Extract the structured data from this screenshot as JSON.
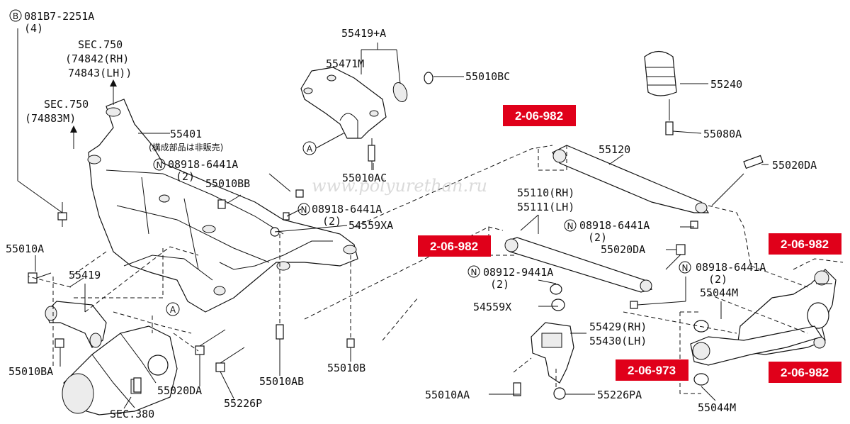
{
  "labels": {
    "bolt_b": "081B7-2251A",
    "bolt_b_qty": "(4)",
    "sec750_a": "SEC.750",
    "sec750_a_rh": "(74842(RH)",
    "sec750_a_lh": "74843(LH))",
    "sec750_b": "SEC.750",
    "sec750_b_code": "(74883M)",
    "p55401": "55401",
    "p55401_note": "(構成部品は非販売)",
    "p55419_a": "55419+A",
    "p55471m": "55471M",
    "p55010bc": "55010BC",
    "p55010ac": "55010AC",
    "n08918_1": "08918-6441A",
    "n08918_1_qty": "(2)",
    "p55010bb": "55010BB",
    "n08918_2": "08918-6441A",
    "n08918_2_qty": "(2)",
    "p54559xa": "54559XA",
    "p55010a": "55010A",
    "p55419": "55419",
    "p55010ba": "55010BA",
    "p55020da_1": "55020DA",
    "p55226p": "55226P",
    "p55010ab": "55010AB",
    "p55010b": "55010B",
    "sec380": "SEC.380",
    "p55240": "55240",
    "p55080a": "55080A",
    "p55120": "55120",
    "p55020da_2": "55020DA",
    "p55110": "55110(RH)",
    "p55111": "55111(LH)",
    "n08918_3": "08918-6441A",
    "n08918_3_qty": "(2)",
    "p55020da_3": "55020DA",
    "n08912": "08912-9441A",
    "n08912_qty": "(2)",
    "n08918_4": "08918-6441A",
    "n08918_4_qty": "(2)",
    "p54559x": "54559X",
    "p55044m_1": "55044M",
    "p55429": "55429(RH)",
    "p55430": "55430(LH)",
    "p55010aa": "55010AA",
    "p55226pa": "55226PA",
    "p55044m_2": "55044M",
    "view_a": "A",
    "sym_b": "B",
    "sym_n": "N"
  },
  "ref_badges": {
    "r1": "2-06-982",
    "r2": "2-06-982",
    "r3": "2-06-982",
    "r4": "2-06-982",
    "r5": "2-06-973"
  },
  "watermark": "www.polyurethan.ru",
  "colors": {
    "badge": "#e0001a",
    "ink": "#111111"
  }
}
